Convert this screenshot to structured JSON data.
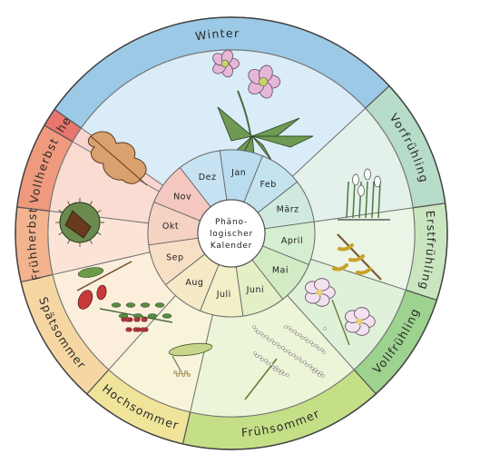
{
  "center": {
    "line1": "Phäno-",
    "line2": "logischer",
    "line3": "Kalender"
  },
  "seasons": [
    {
      "label": "Winter",
      "color": "#9cc9e6"
    },
    {
      "label": "Vorfrühling",
      "color": "#b7dcc9"
    },
    {
      "label": "Erstfrühling",
      "color": "#c9e6c0"
    },
    {
      "label": "Vollfrühling",
      "color": "#9dd28f"
    },
    {
      "label": "Frühsommer",
      "color": "#c4df86"
    },
    {
      "label": "Hochsommer",
      "color": "#efe49a"
    },
    {
      "label": "Spätsommer",
      "color": "#f6d7a3"
    },
    {
      "label": "Frühherbst",
      "color": "#f2b38e"
    },
    {
      "label": "Vollherbst",
      "color": "#ef9a7e"
    },
    {
      "label": "Spätherbst",
      "color": "#e8756e"
    }
  ],
  "months": [
    "Jan",
    "Feb",
    "März",
    "April",
    "Mai",
    "Juni",
    "Juli",
    "Aug",
    "Sep",
    "Okt",
    "Nov",
    "Dez"
  ],
  "illustrations": [
    "hellebore-icon",
    "snowdrop-icon",
    "hazel-catkin-icon",
    "apple-blossom-icon",
    "elder-flower-icon",
    "linden-icon",
    "rowan-berry-icon",
    "rosehip-icon",
    "chestnut-icon",
    "oak-leaf-icon"
  ]
}
